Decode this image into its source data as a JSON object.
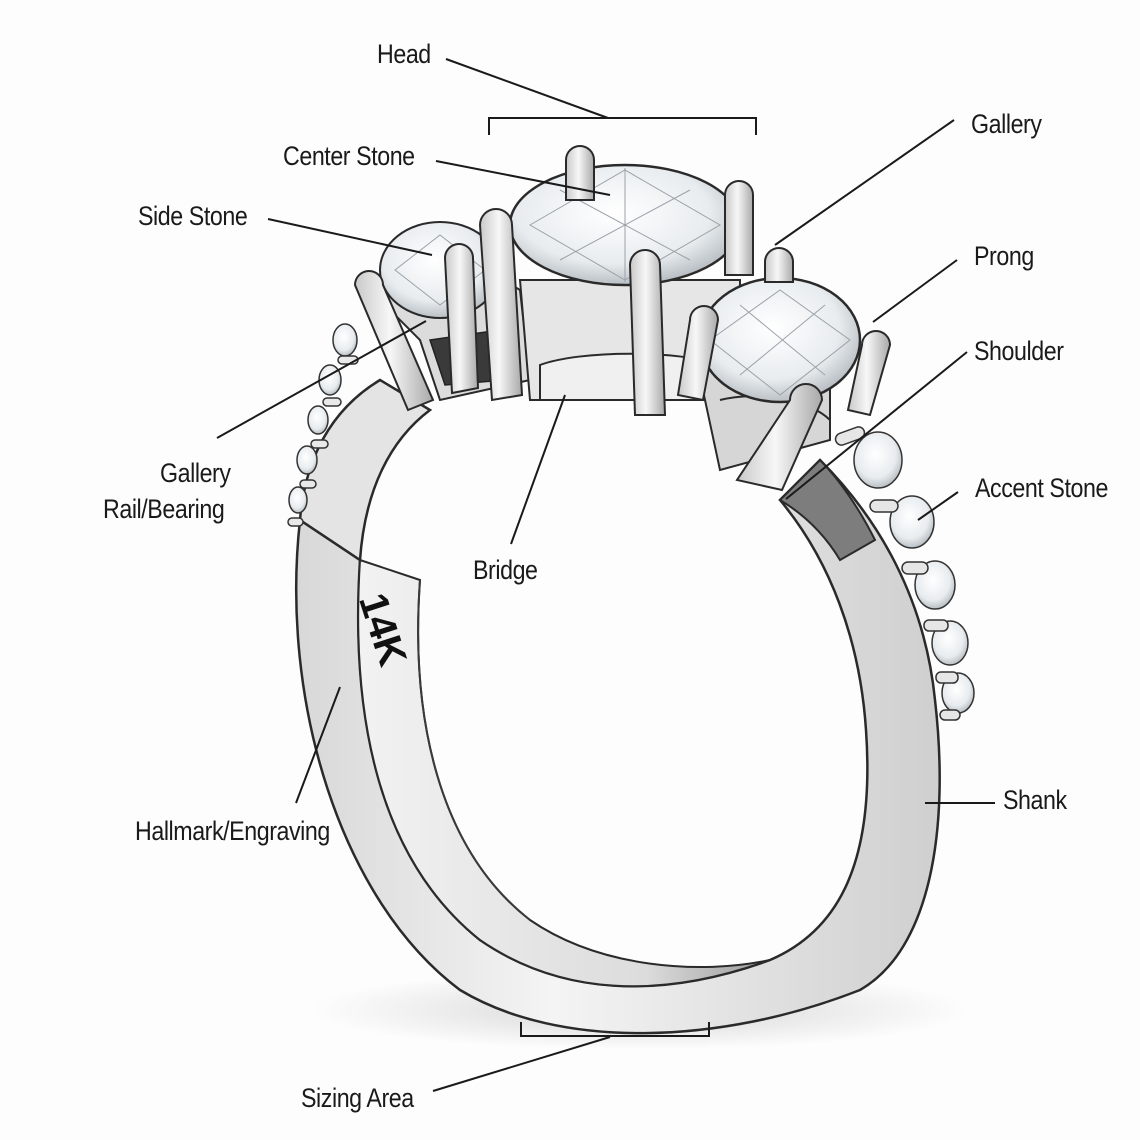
{
  "diagram": {
    "subject": "Ring anatomy",
    "engraving": "14K",
    "colors": {
      "background": "#fdfdfd",
      "metal_light": "#eeeeee",
      "metal_mid": "#cfcfcf",
      "metal_dark": "#8a8a8a",
      "outline": "#2a2a2a",
      "text": "#1a1a1a"
    },
    "labels": [
      {
        "id": "head",
        "text": "Head"
      },
      {
        "id": "center_stone",
        "text": "Center Stone"
      },
      {
        "id": "side_stone",
        "text": "Side Stone"
      },
      {
        "id": "gallery_top",
        "text": "Gallery"
      },
      {
        "id": "prong",
        "text": "Prong"
      },
      {
        "id": "shoulder",
        "text": "Shoulder"
      },
      {
        "id": "accent_stone",
        "text": "Accent Stone"
      },
      {
        "id": "gallery_rail_line1",
        "text": "Gallery"
      },
      {
        "id": "gallery_rail_line2",
        "text": "Rail/Bearing"
      },
      {
        "id": "bridge",
        "text": "Bridge"
      },
      {
        "id": "hallmark",
        "text": "Hallmark/Engraving"
      },
      {
        "id": "shank",
        "text": "Shank"
      },
      {
        "id": "sizing_area",
        "text": "Sizing Area"
      }
    ]
  }
}
